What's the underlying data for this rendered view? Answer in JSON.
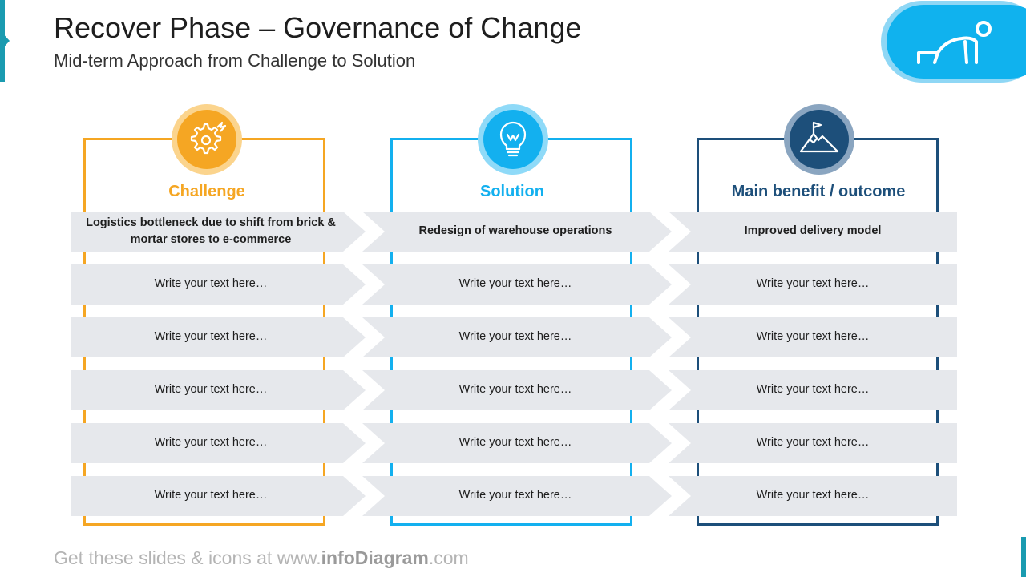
{
  "header": {
    "title": "Recover Phase – Governance of Change",
    "subtitle": "Mid-term Approach from Challenge to Solution"
  },
  "badge": {
    "icon": "runner-start-icon",
    "color": "#10b2ee"
  },
  "columns": [
    {
      "label": "Challenge",
      "icon": "gear-lightning-icon",
      "color": "#f5a623"
    },
    {
      "label": "Solution",
      "icon": "lightbulb-icon",
      "color": "#13b0ef"
    },
    {
      "label": "Main benefit / outcome",
      "icon": "mountain-flag-icon",
      "color": "#1d4f7a"
    }
  ],
  "rows": [
    [
      "Logistics bottleneck due to shift from brick & mortar stores to e-commerce",
      "Redesign of warehouse operations",
      "Improved delivery model"
    ],
    [
      "Write your text here…",
      "Write your text here…",
      "Write your text here…"
    ],
    [
      "Write your text here…",
      "Write your text here…",
      "Write your text here…"
    ],
    [
      "Write your text here…",
      "Write your text here…",
      "Write your text here…"
    ],
    [
      "Write your text here…",
      "Write your text here…",
      "Write your text here…"
    ],
    [
      "Write your text here…",
      "Write your text here…",
      "Write your text here…"
    ]
  ],
  "footer": {
    "prefix": "Get these slides & icons at www.",
    "brand": "infoDiagram",
    "suffix": ".com"
  }
}
